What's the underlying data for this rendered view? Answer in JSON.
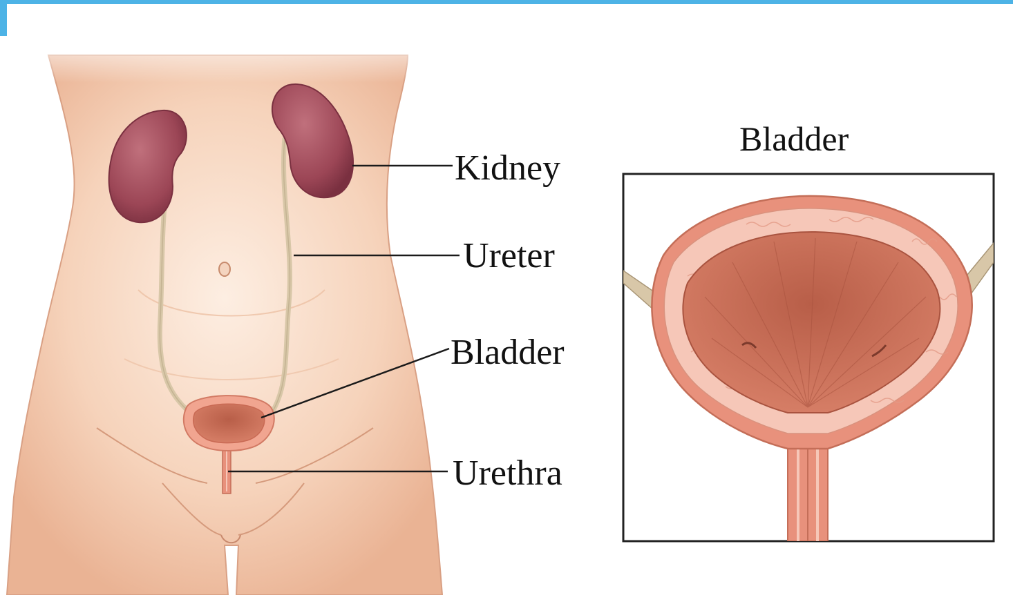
{
  "colors": {
    "accent_bar": "#4db3e6",
    "skin_light": "#fbe6d6",
    "skin_mid": "#f2c4a6",
    "skin_shadow": "#e3a584",
    "kidney": "#a4505e",
    "kidney_dark": "#7c3442",
    "ureter": "#d8c7a8",
    "bladder_outer": "#e8917c",
    "bladder_wall": "#f6c7b8",
    "bladder_inner": "#c8705a",
    "line": "#1a1a1a",
    "inset_border": "#222222"
  },
  "labels": {
    "kidney": "Kidney",
    "ureter": "Ureter",
    "bladder": "Bladder",
    "urethra": "Urethra"
  },
  "inset": {
    "title": "Bladder"
  },
  "icons": {
    "body": "torso-illustration",
    "inset": "bladder-cross-section"
  }
}
